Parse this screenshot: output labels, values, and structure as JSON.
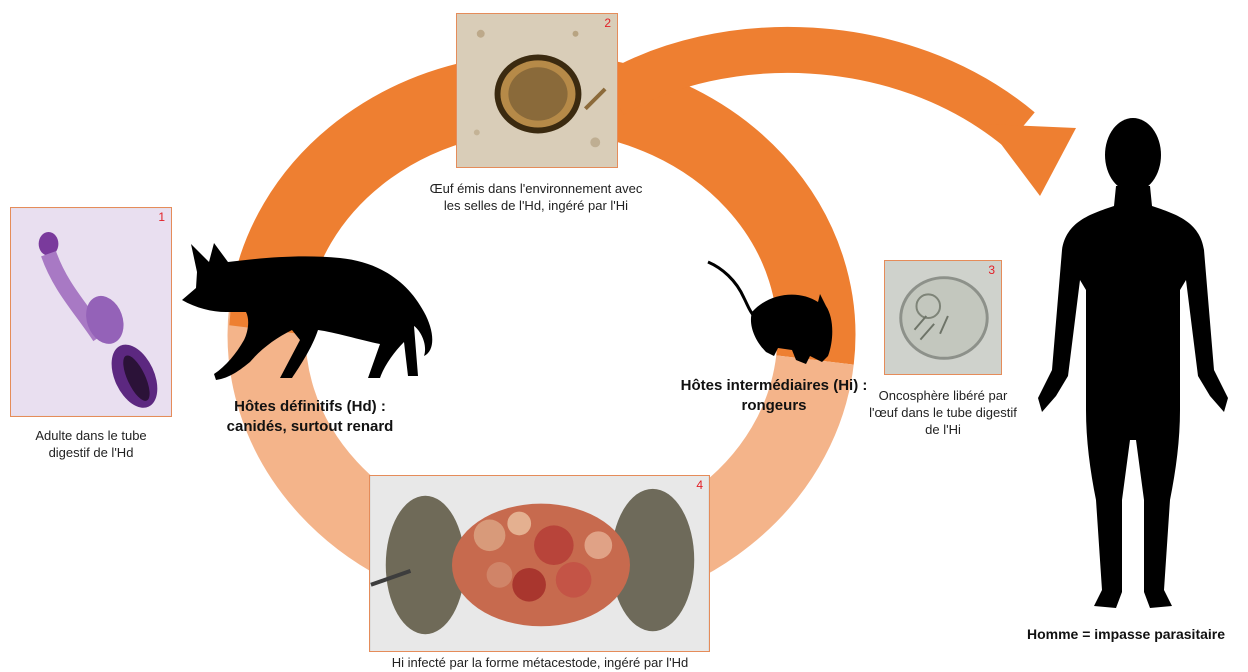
{
  "colors": {
    "arrow_dark": "#ee7f31",
    "arrow_light": "#f4b48a",
    "photo_border": "#e58c5a",
    "photo_number": "#e21f26",
    "silhouette": "#000000"
  },
  "photos": [
    {
      "number": "1",
      "subject": "adult-tapeworm-image",
      "caption": [
        "Adulte dans le tube",
        "digestif de l'Hd"
      ]
    },
    {
      "number": "2",
      "subject": "egg-image",
      "caption": [
        "Œuf émis dans l'environnement avec",
        "les selles de l'Hd, ingéré par l'Hi"
      ]
    },
    {
      "number": "3",
      "subject": "oncosphere-image",
      "caption": [
        "Oncosphère libéré par",
        "l'œuf dans le tube digestif",
        "de l'Hi"
      ]
    },
    {
      "number": "4",
      "subject": "infected-rodent-image",
      "caption": [
        "Hi infecté par la forme métacestode, ingéré par l'Hd"
      ]
    }
  ],
  "labels": {
    "definitive_hosts": [
      "Hôtes définitifs (Hd) :",
      "canidés, surtout renard"
    ],
    "intermediate_hosts": [
      "Hôtes intermédiaires (Hi) :",
      "rongeurs"
    ],
    "human": "Homme = impasse parasitaire"
  },
  "icons": [
    "fox-silhouette-icon",
    "rodent-silhouette-icon",
    "human-silhouette-icon",
    "cycle-arrow-icon",
    "human-arrow-icon"
  ]
}
